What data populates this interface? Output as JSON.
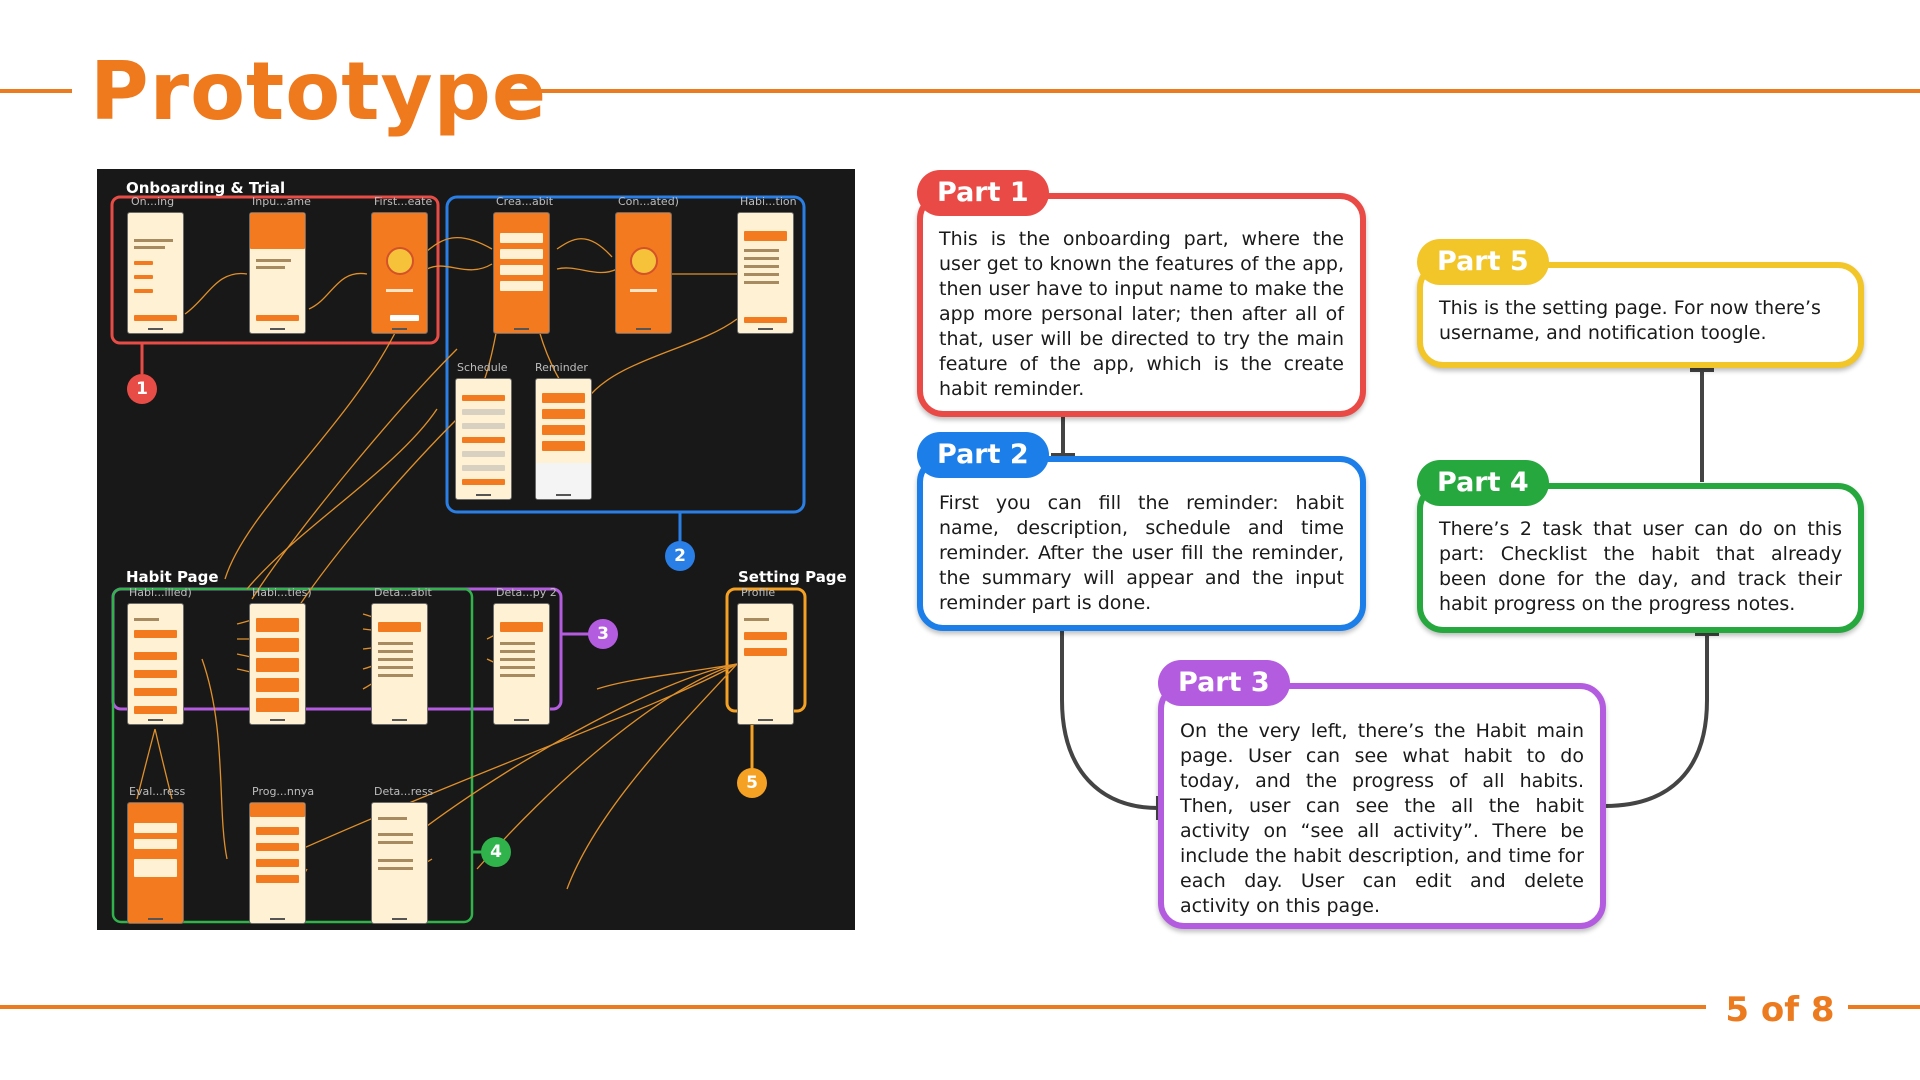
{
  "slide": {
    "title": "Prototype",
    "page_number": "5 of 8"
  },
  "colors": {
    "accent": "#ec7a1e",
    "part1": "#ea4a45",
    "part2": "#1c7ee8",
    "part3": "#b45ce0",
    "part4": "#27a83e",
    "part5": "#f2c529",
    "prototype_background": "#181818"
  },
  "prototype": {
    "sections": {
      "onboarding": "Onboarding & Trial",
      "habit": "Habit Page",
      "setting": "Setting Page"
    },
    "screen_labels": {
      "onboarding": "On...ing",
      "input_name": "Inpu...ame",
      "first_create": "First...eate",
      "create_habit": "Crea...abit",
      "congrats": "Con...ated)",
      "habit_notification": "Habi...tion",
      "schedule": "Schedule",
      "reminder": "Reminder",
      "habit_filled": "Habi...illed)",
      "habit_activities": "Habi...ties)",
      "detail_habit": "Deta...abit",
      "detail_copy": "Deta...py 2",
      "profile": "Profile",
      "evaluate_progress": "Eval...ress",
      "progress_notes": "Prog...nnya",
      "detail_progress": "Deta...ress"
    },
    "badges": [
      "1",
      "2",
      "3",
      "4",
      "5"
    ]
  },
  "parts": [
    {
      "label": "Part 1",
      "text": "This is the onboarding part, where the user get to known the features of the app, then user have to input name to make the app more personal later; then after all of that, user will be directed to try the main feature of the app, which is the create habit reminder."
    },
    {
      "label": "Part 2",
      "text": "First you can fill the reminder: habit name, description, schedule and time reminder. After the user fill the reminder, the summary will appear and the input reminder part is done."
    },
    {
      "label": "Part 3",
      "text": "On the very left, there’s the Habit main page. User can see what habit to do today, and the progress of all habits. Then, user can see the all the habit activity on “see all activity”. There be include the habit description, and time for each day. User can edit and delete activity on this page."
    },
    {
      "label": "Part 4",
      "text": "There’s 2 task that user can do on this part: Checklist the habit that already been done for the day, and track their habit progress on the progress notes."
    },
    {
      "label": "Part 5",
      "text": "This is the setting page. For now there’s username, and notification toogle."
    }
  ]
}
